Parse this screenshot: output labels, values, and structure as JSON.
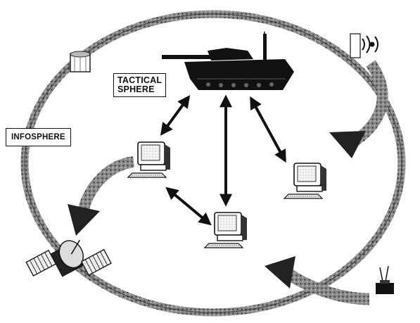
{
  "labels": {
    "tactical_line1": "TACTICAL",
    "tactical_line2": "SPHERE",
    "infosphere": "INFOSPHERE"
  },
  "colors": {
    "ink": "#111111",
    "ring_texture": "#555555",
    "background": "#ffffff"
  },
  "icons": {
    "tank": "tank-icon",
    "computer": "computer-workstation-icon",
    "satellite": "satellite-icon",
    "tower": "radio-tower-icon",
    "antenna": "antenna-icon",
    "transmitter": "transmitter-icon"
  }
}
